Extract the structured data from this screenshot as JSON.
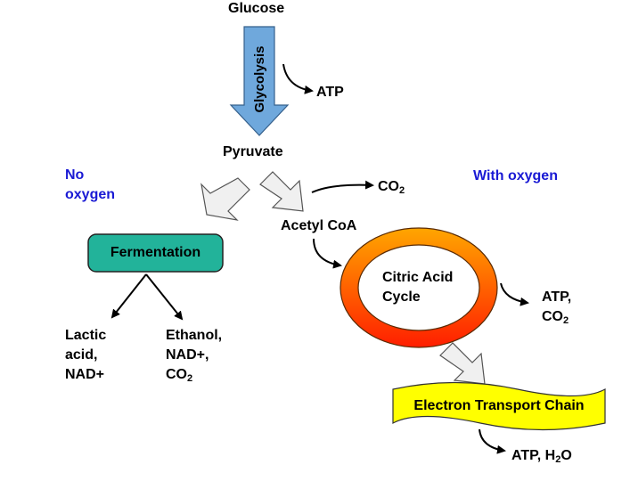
{
  "nodes": {
    "glucose": "Glucose",
    "glycolysis": "Glycolysis",
    "pyruvate": "Pyruvate",
    "acetyl_coa": "Acetyl CoA",
    "fermentation": "Fermentation",
    "citric_cycle": [
      "Citric Acid",
      "Cycle"
    ],
    "etc": "Electron Transport Chain"
  },
  "conditions": {
    "no_oxygen": [
      "No",
      "oxygen"
    ],
    "with_oxygen": "With oxygen"
  },
  "products": {
    "glycolysis_atp": "ATP",
    "co2_main": "CO",
    "co2_sub": "2",
    "lactic": [
      "Lactic",
      "acid,",
      "NAD+"
    ],
    "ethanol": [
      "Ethanol,",
      "NAD+,"
    ],
    "ethanol_co2": "CO",
    "ethanol_co2_sub": "2",
    "cycle_atp": "ATP,",
    "cycle_co2": "CO",
    "cycle_co2_sub": "2",
    "etc_out": "ATP, H",
    "etc_out_sub": "2",
    "etc_out_tail": "O"
  },
  "colors": {
    "glycolysis_arrow": "#6fa8dc",
    "fermentation_box": "#22b39a",
    "etc_banner": "#ffff00",
    "ring_outer": "#ff9900",
    "ring_inner": "#ff2200",
    "condition_text": "#1a1ad4"
  }
}
